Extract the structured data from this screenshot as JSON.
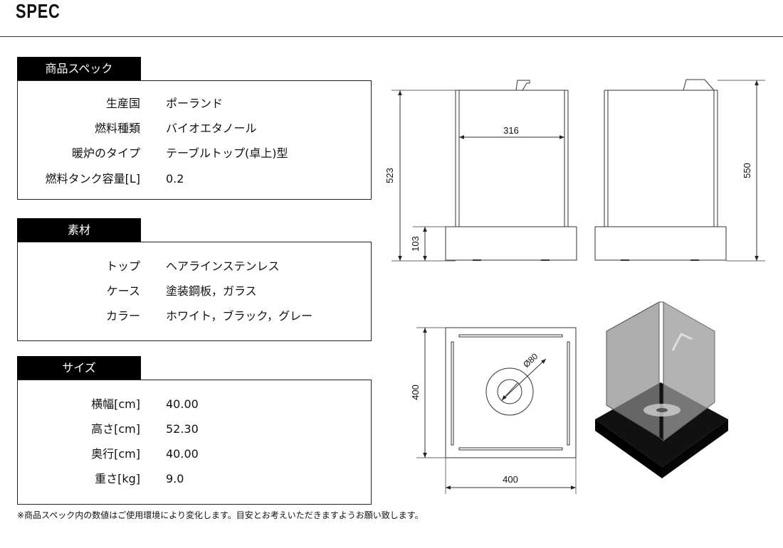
{
  "title": "SPEC",
  "product_spec": {
    "heading": "商品スペック",
    "rows": [
      {
        "label": "生産国",
        "value": "ポーランド"
      },
      {
        "label": "燃料種類",
        "value": "バイオエタノール"
      },
      {
        "label": "暖炉のタイプ",
        "value": "テーブルトップ(卓上)型"
      },
      {
        "label": "燃料タンク容量[L]",
        "value": "0.2"
      }
    ]
  },
  "materials": {
    "heading": "素材",
    "rows": [
      {
        "label": "トップ",
        "value": "ヘアラインステンレス"
      },
      {
        "label": "ケース",
        "value": "塗装鋼板，ガラス"
      },
      {
        "label": "カラー",
        "value": "ホワイト，ブラック，グレー"
      }
    ]
  },
  "size": {
    "heading": "サイズ",
    "rows": [
      {
        "label": "横幅[cm]",
        "value": "40.00"
      },
      {
        "label": "高さ[cm]",
        "value": "52.30"
      },
      {
        "label": "奥行[cm]",
        "value": "40.00"
      },
      {
        "label": "重さ[kg]",
        "value": "9.0"
      }
    ]
  },
  "drawings": {
    "front_width": "316",
    "front_height": "523",
    "base_height": "103",
    "side_height": "550",
    "top_width": "400",
    "top_depth": "400",
    "burner_diameter": "Ø80"
  },
  "footnote": "※商品スペック内の数値はご使用環境により変化します。目安とお考えいただきますようお願い致します。"
}
